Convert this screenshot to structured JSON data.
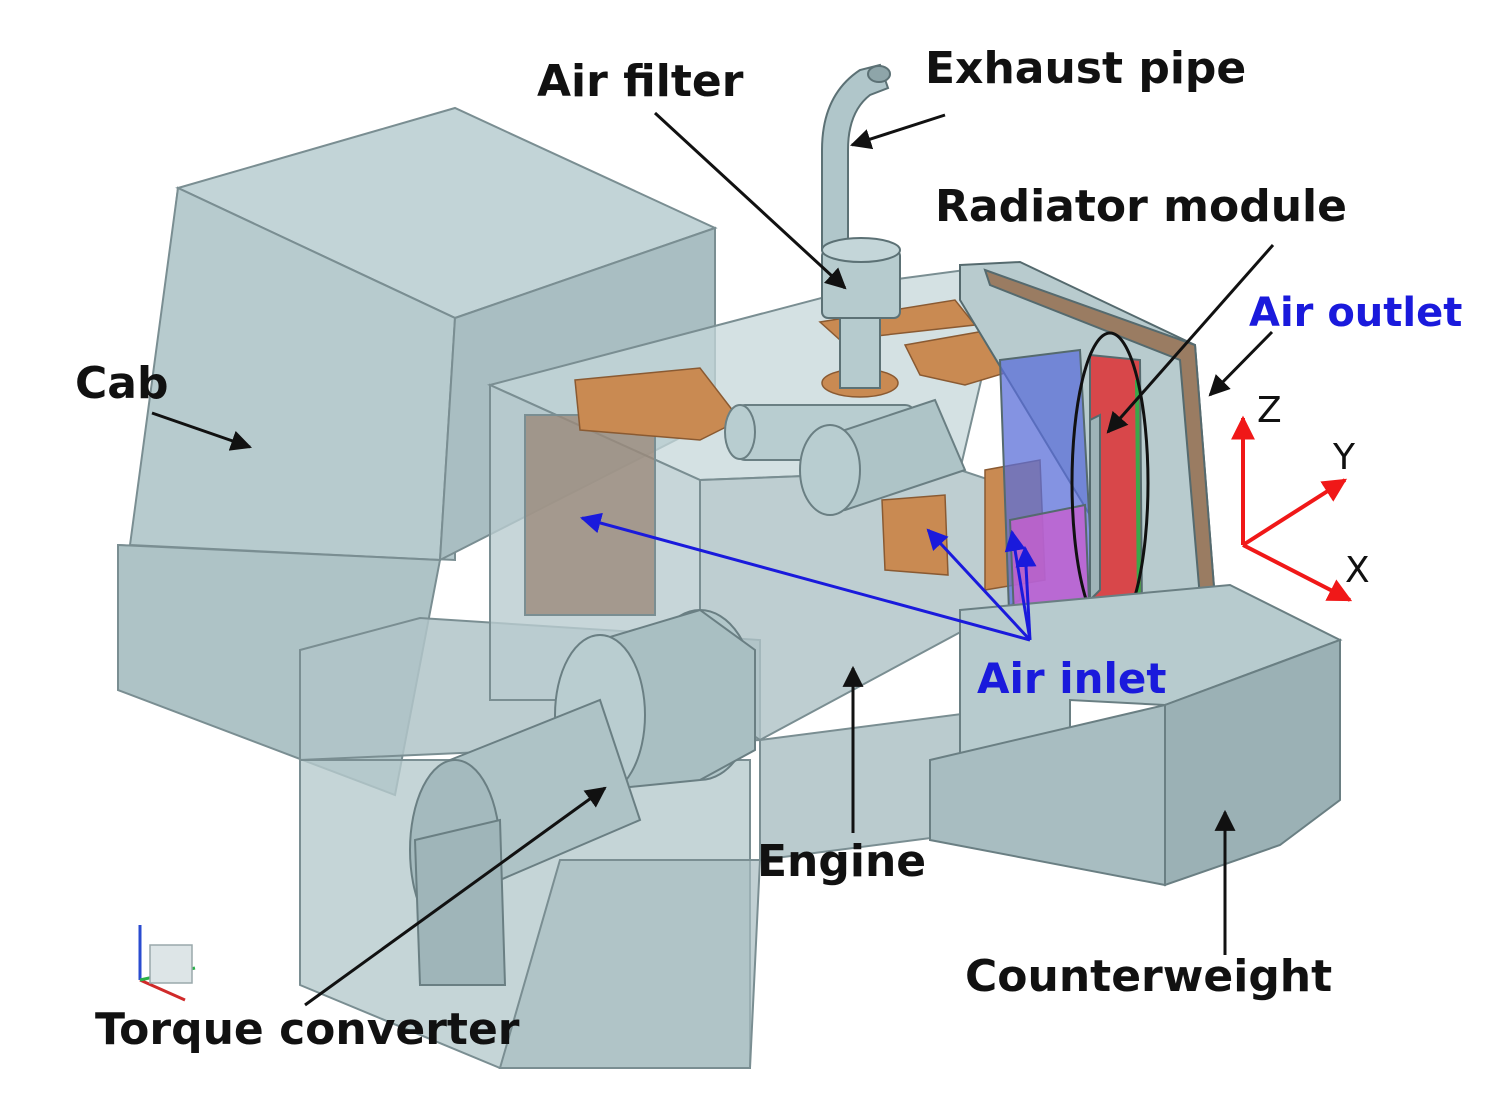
{
  "labels": {
    "exhaust_pipe": "Exhaust pipe",
    "air_filter": "Air filter",
    "radiator_module": "Radiator module",
    "air_outlet": "Air outlet",
    "cab": "Cab",
    "air_inlet": "Air inlet",
    "engine": "Engine",
    "counterweight": "Counterweight",
    "torque_converter": "Torque converter"
  },
  "axes": {
    "z": "Z",
    "y": "Y",
    "x": "X"
  },
  "colors": {
    "body": "#b9cdd0",
    "body_dark": "#93aaae",
    "edge": "#7a8e92",
    "copper": "#c98a52",
    "brown_panel": "#9a7c62",
    "radiator_red": "#d8474a",
    "fan_blue": "#5b6fd8",
    "fan_magenta": "#c75fd0",
    "annotation_blue": "#1a1adc",
    "axis_red": "#f01818"
  }
}
